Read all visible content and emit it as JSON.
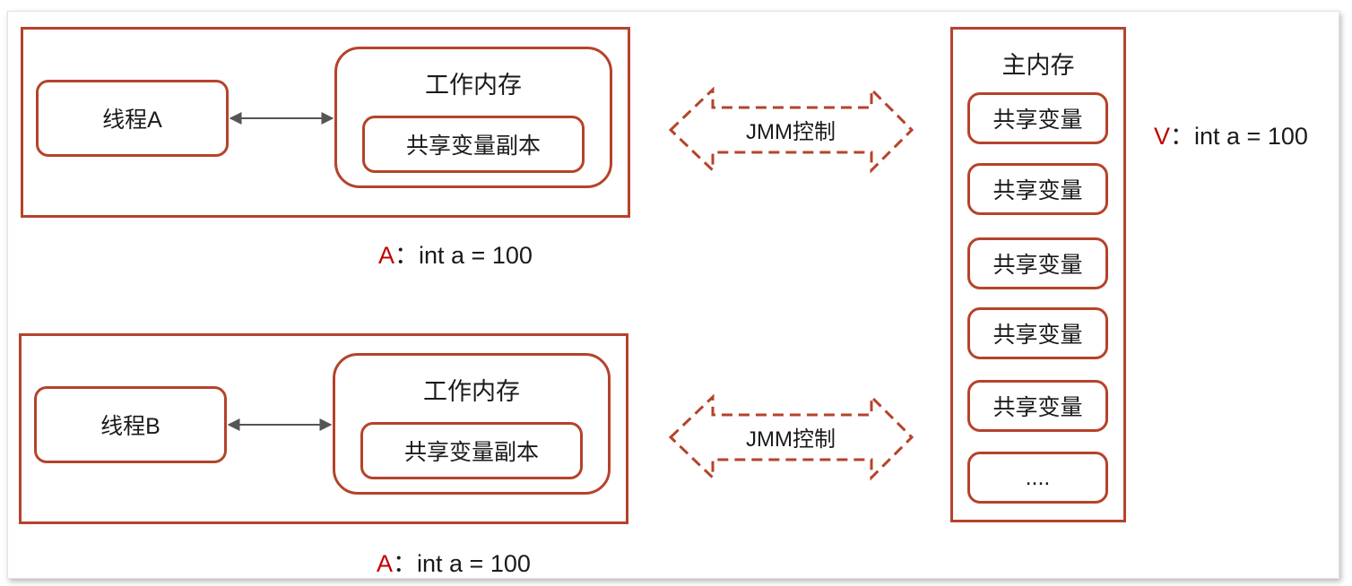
{
  "colors": {
    "accent": "#b5432a",
    "label_prefix": "#c00000",
    "text": "#1a1a1a"
  },
  "thread_a": {
    "thread_label": "线程A",
    "work_memory_title": "工作内存",
    "copy_label": "共享变量副本",
    "var_prefix": "A",
    "var_text": "：int a = 100"
  },
  "thread_b": {
    "thread_label": "线程B",
    "work_memory_title": "工作内存",
    "copy_label": "共享变量副本",
    "var_prefix": "A",
    "var_text": "：int a = 100"
  },
  "jmm": {
    "label_top": "JMM控制",
    "label_bottom": "JMM控制"
  },
  "main_memory": {
    "title": "主内存",
    "items": [
      "共享变量",
      "共享变量",
      "共享变量",
      "共享变量",
      "共享变量",
      "...."
    ],
    "var_prefix": "V",
    "var_text": "：int a = 100"
  }
}
